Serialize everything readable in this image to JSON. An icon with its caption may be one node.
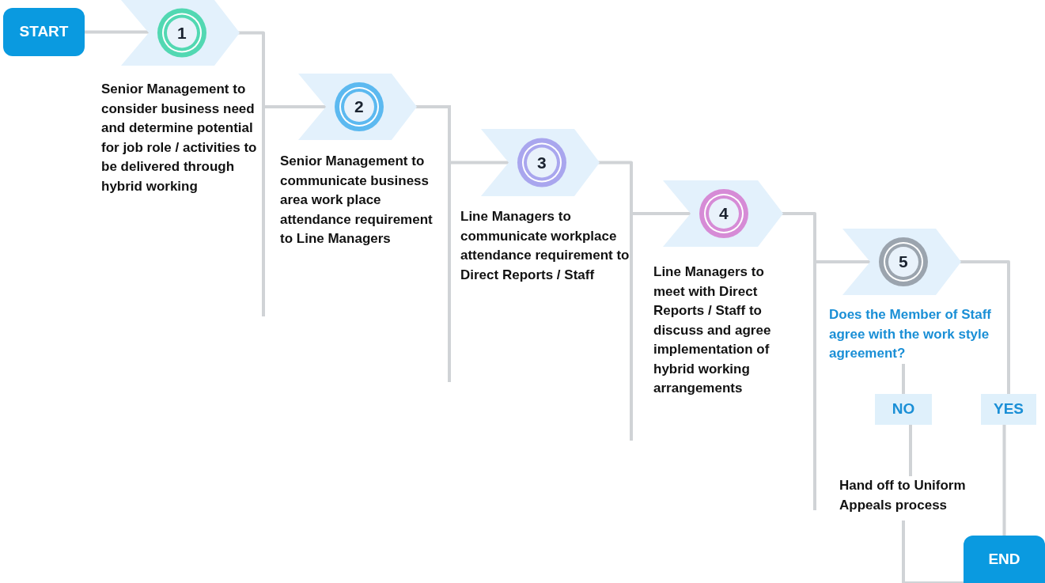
{
  "diagram": {
    "nodes": [
      {
        "text": [
          "START"
        ]
      },
      {
        "text": [
          "1"
        ],
        "beside": [
          "Senior Management to consider business need and determine potential for job role / activities to be delivered through hybrid working"
        ]
      },
      {
        "text": [
          "2"
        ],
        "beside": [
          "Senior Management to communicate business area work place attendance requirement to Line Managers"
        ]
      },
      {
        "text": [
          "3"
        ],
        "beside": [
          "Line Managers to communicate workplace attendance requirement to Direct Reports / Staff"
        ]
      },
      {
        "text": [
          "4"
        ],
        "beside": [
          "Line Managers to meet with Direct Reports / Staff to discuss and agree implementation of hybrid working arrangements"
        ]
      },
      {
        "text": [
          "5"
        ]
      },
      {
        "text": [
          "Does the Member of Staff agree with the work style agreement?"
        ]
      },
      {
        "text": [
          "NO"
        ]
      },
      {
        "text": [
          "YES"
        ]
      },
      {
        "text": [
          "Hand off to Uniform Appeals process"
        ]
      },
      {
        "text": [
          "END"
        ]
      }
    ],
    "edges": [
      {
        "from": 0,
        "to": 1,
        "arrow": "none"
      },
      {
        "from": 1,
        "to": 2,
        "arrow": "none"
      },
      {
        "from": 2,
        "to": 3,
        "arrow": "none"
      },
      {
        "from": 3,
        "to": 4,
        "arrow": "none"
      },
      {
        "from": 4,
        "to": 5,
        "arrow": "none"
      },
      {
        "from": 5,
        "to": 8,
        "arrow": "none"
      },
      {
        "from": 6,
        "to": 7,
        "arrow": "none"
      },
      {
        "from": 7,
        "to": 9,
        "arrow": "none"
      },
      {
        "from": 8,
        "to": 10,
        "arrow": "none"
      },
      {
        "from": 9,
        "to": 10,
        "arrow": "none"
      }
    ]
  }
}
